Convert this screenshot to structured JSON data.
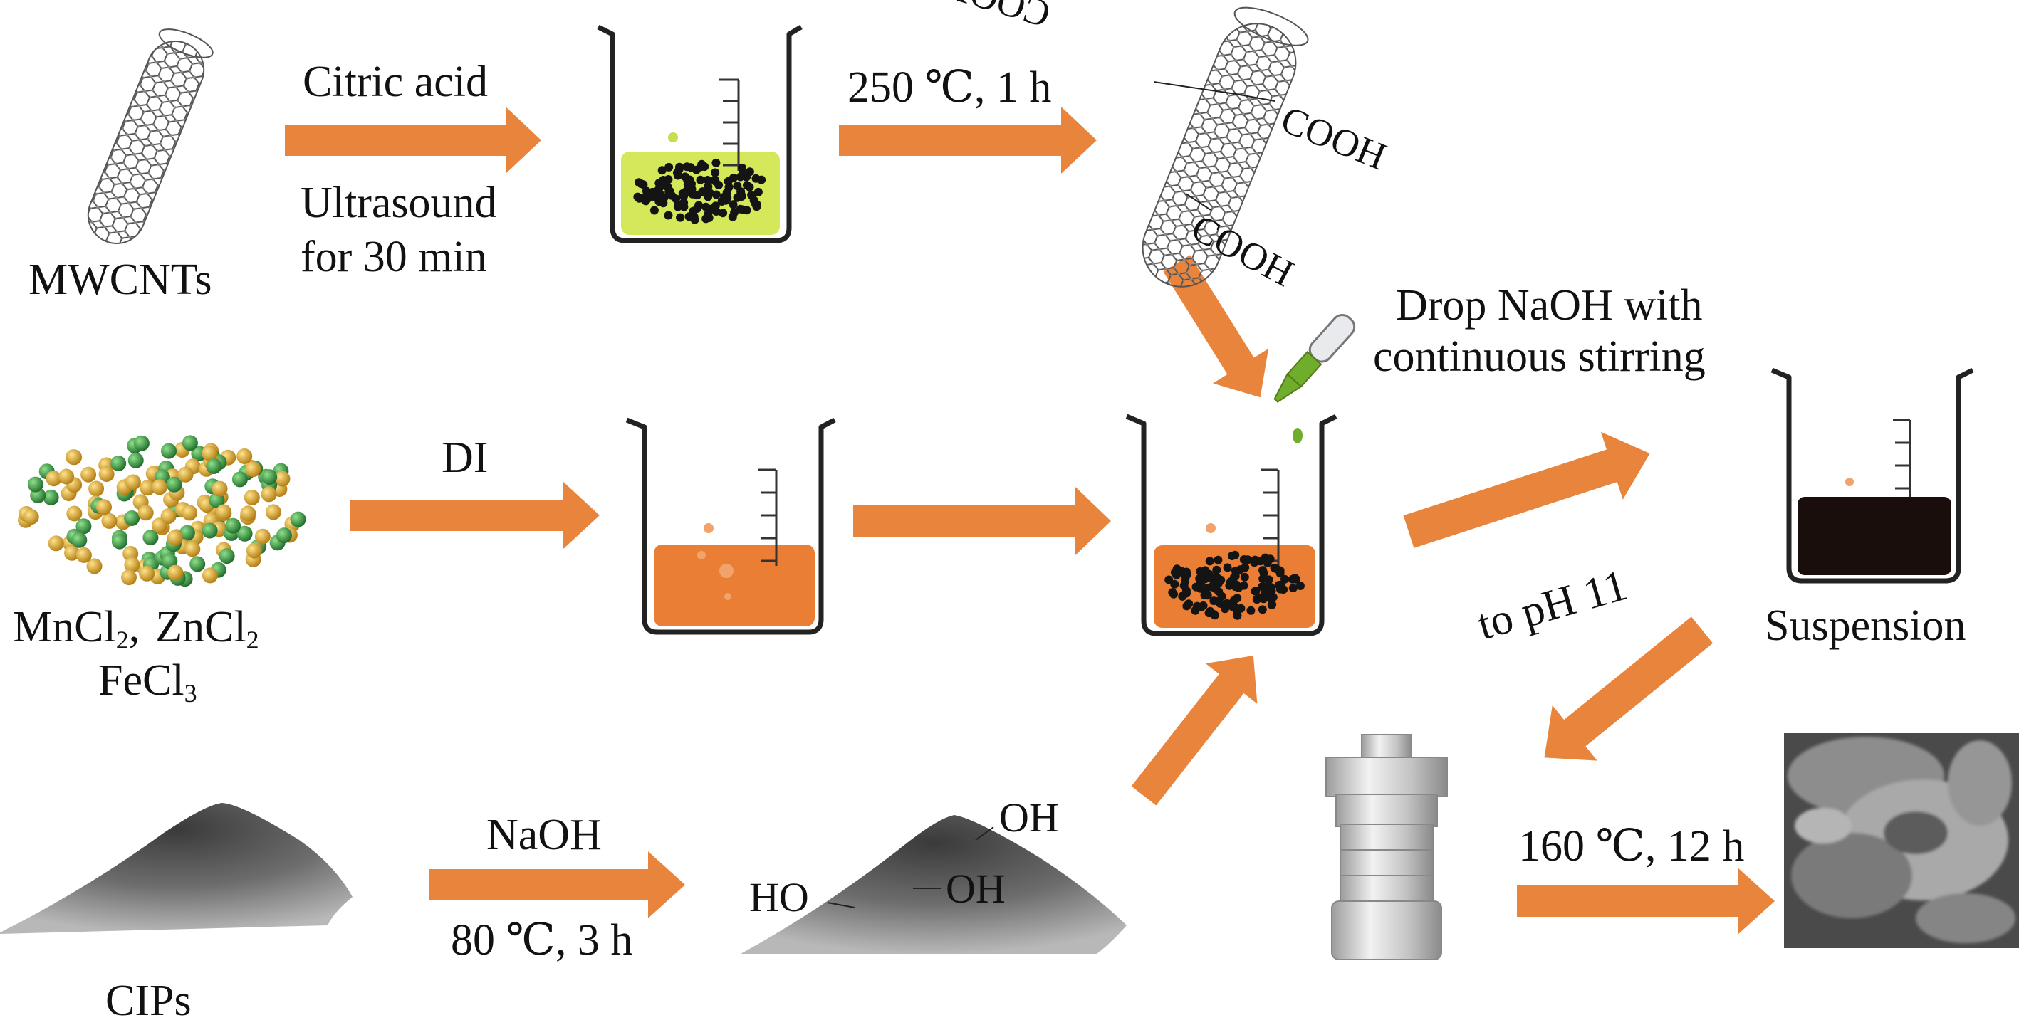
{
  "colors": {
    "arrow": "#e8843c",
    "citric_liquid": "#d4e85a",
    "orange_liquid": "#ea7e34",
    "dark_liquid": "#1a0e0c",
    "particle": "#141414",
    "dropper_liquid": "#6fae2a",
    "mn_sphere": "#2e8b3a",
    "zn_sphere": "#d4a12a"
  },
  "icons": [
    "nanotube-icon",
    "beaker-icon",
    "salt-spheres-icon",
    "powder-pile-icon",
    "dropper-icon",
    "autoclave-icon",
    "sem-image-icon"
  ],
  "labels": {
    "mwcnts": "MWCNTs",
    "citric_acid": "Citric acid",
    "ultrasound_line1": "Ultrasound",
    "ultrasound_line2": "for 30 min",
    "step1_conditions": "250 ℃, 1 h",
    "cooh_top_left": "COOH",
    "cooh_top_right": "COOH",
    "cooh_bottom": "COOH",
    "drop_naoh_line1": "Drop NaOH with",
    "drop_naoh_line2": "continuous stirring",
    "salts_mn": "MnCl",
    "salts_zn": "ZnCl",
    "salts_fe": "FeCl",
    "sub_2a": "2",
    "sub_2b": "2",
    "sub_3": "3",
    "salts_sep": ",",
    "di": "DI",
    "to_ph": "to pH 11",
    "suspension": "Suspension",
    "naoh": "NaOH",
    "naoh_conditions": "80 ℃, 3 h",
    "cips": "CIPs",
    "oh_top": "OH",
    "oh_mid": "OH",
    "ho_left": "HO",
    "hydrothermal_conditions": "160 ℃, 12 h"
  }
}
